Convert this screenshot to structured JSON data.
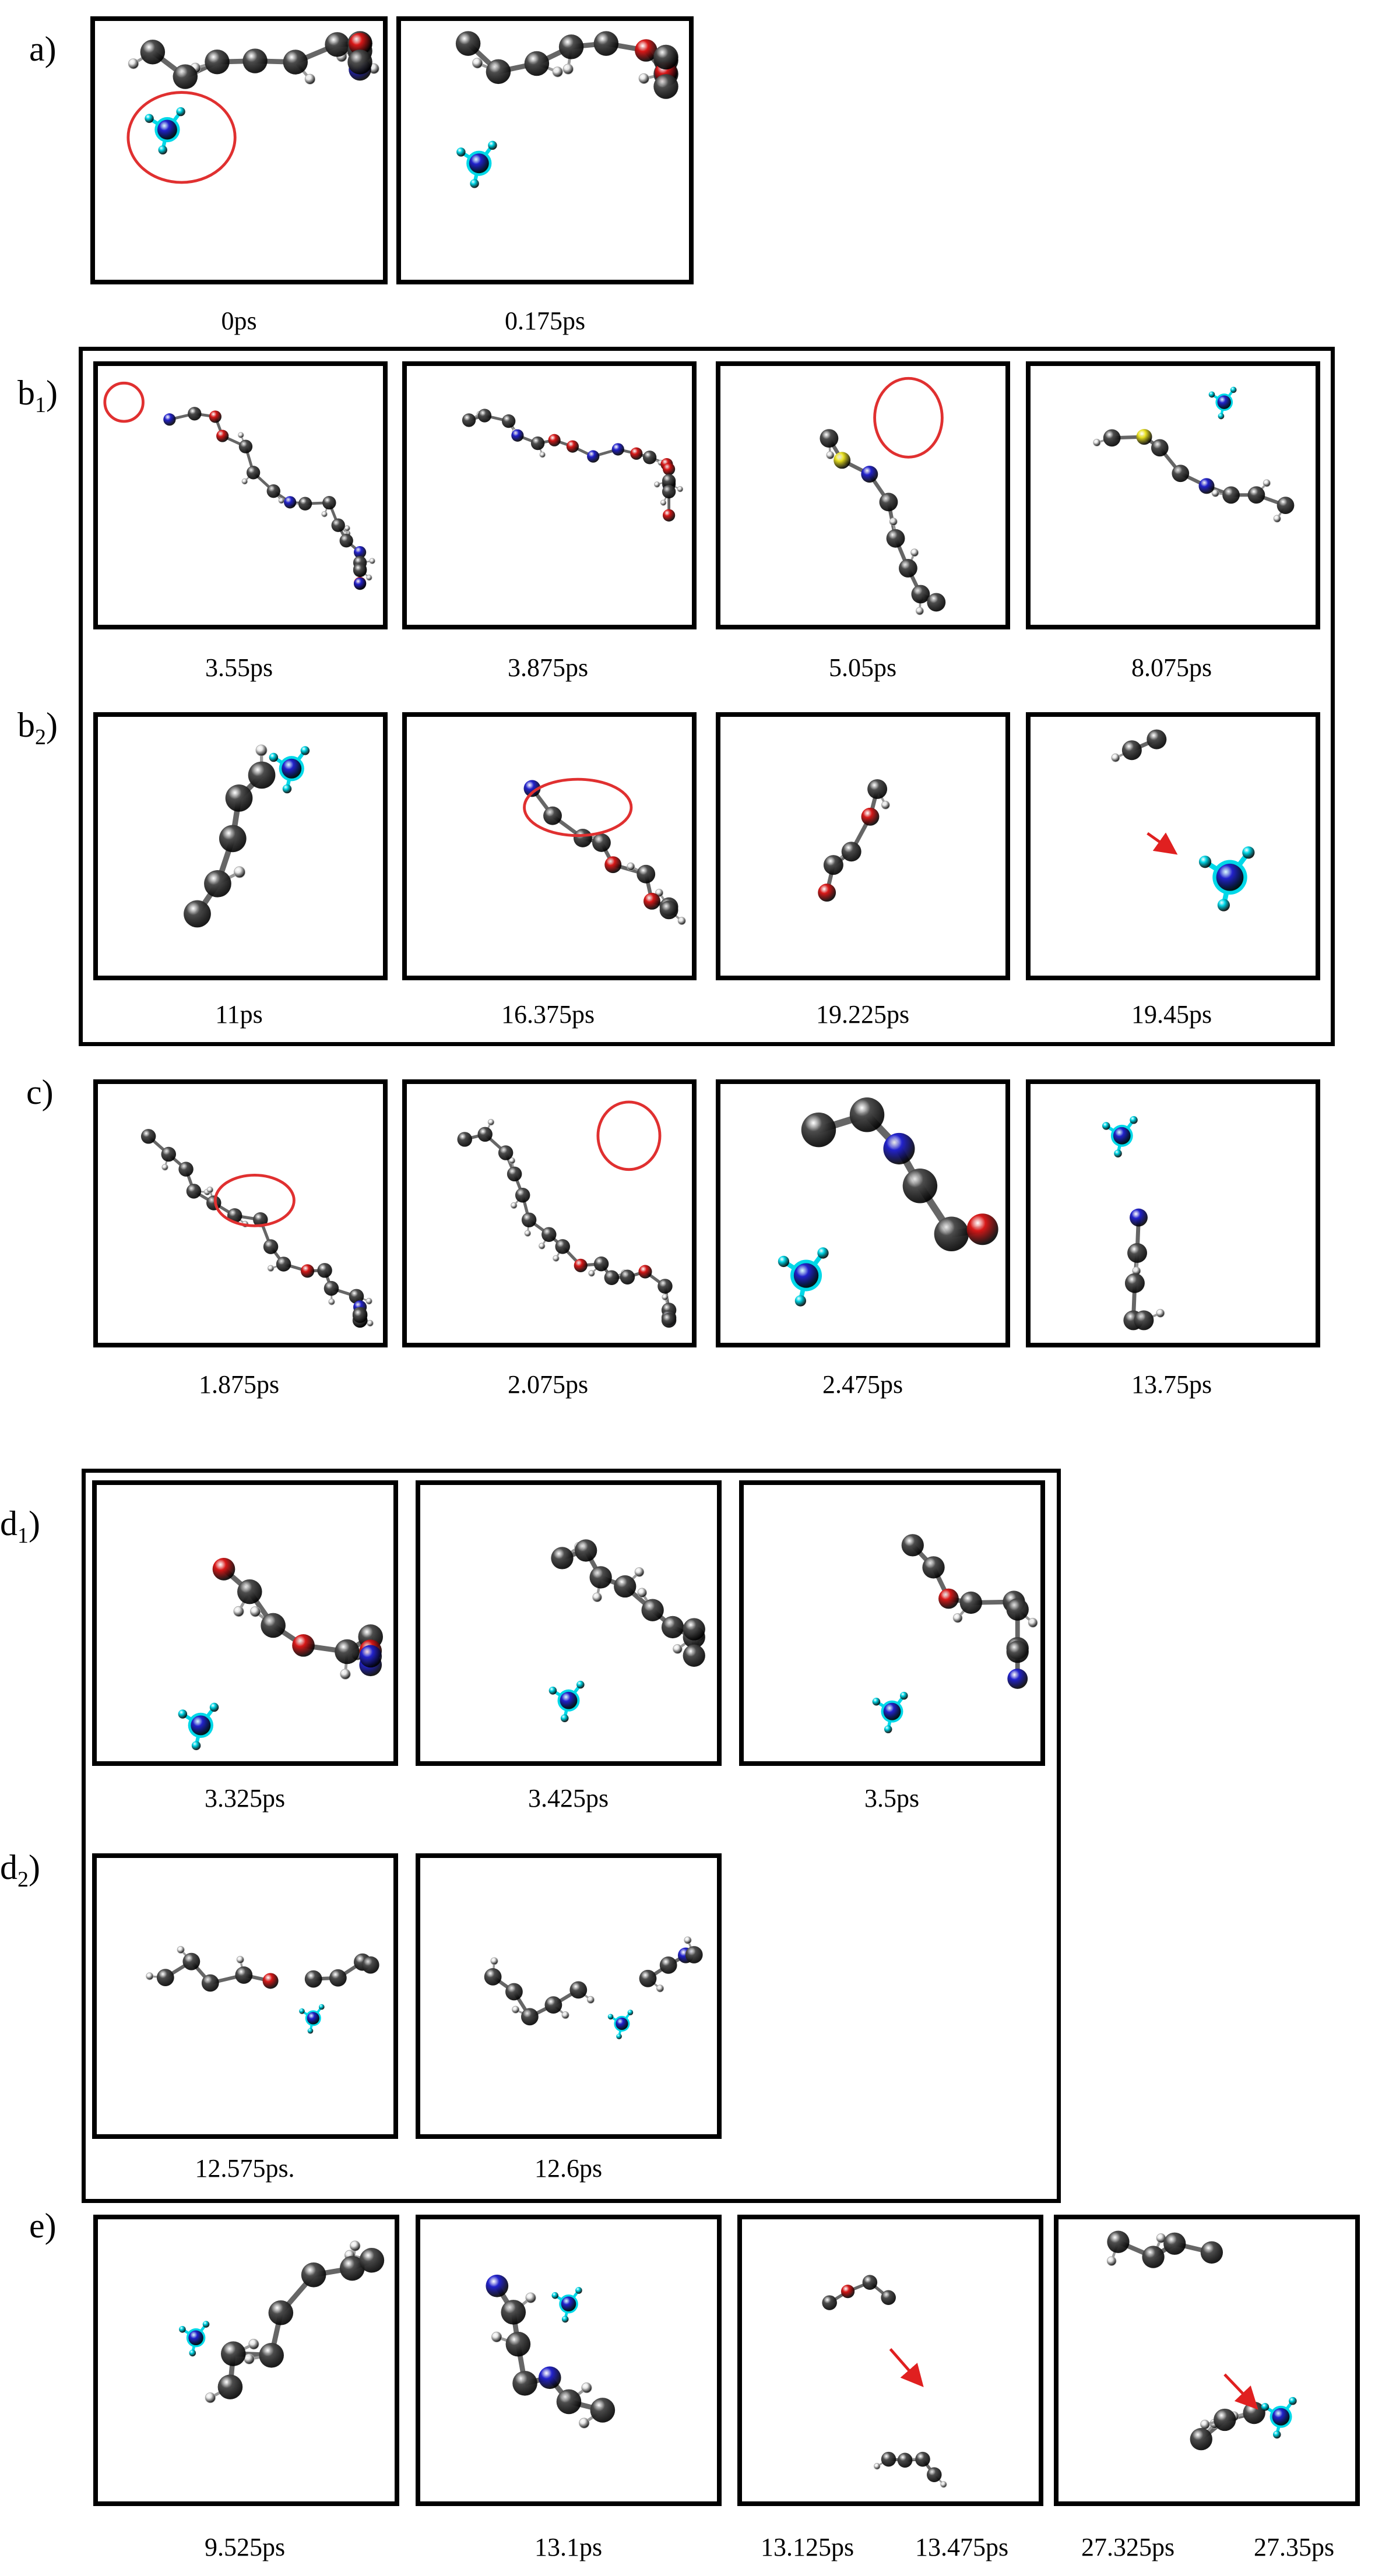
{
  "figure": {
    "row_labels": {
      "a": "a)",
      "b1": "b",
      "b1_sub": "1",
      "b_suffix": ")",
      "b2": "b",
      "b2_sub": "2",
      "c": "c)",
      "d1": "d",
      "d1_sub": "1",
      "d_suffix": ")",
      "d2": "d",
      "d2_sub": "2",
      "e": "e)"
    },
    "captions": {
      "a": [
        "0ps",
        "0.175ps"
      ],
      "b1": [
        "3.55ps",
        "3.875ps",
        "5.05ps",
        "8.075ps"
      ],
      "b2": [
        "11ps",
        "16.375ps",
        "19.225ps",
        "19.45ps"
      ],
      "c": [
        "1.875ps",
        "2.075ps",
        "2.475ps",
        "13.75ps"
      ],
      "d1": [
        "3.325ps",
        "3.425ps",
        "3.5ps"
      ],
      "d2": [
        "12.575ps.",
        "12.6ps"
      ],
      "e": [
        "9.525ps",
        "13.1ps",
        "13.125ps",
        "13.475ps",
        "27.325ps",
        "27.35ps"
      ]
    }
  },
  "colors": {
    "carbon": "#4d4d4d",
    "nitrogen": "#2222cc",
    "oxygen": "#d81818",
    "hydrogen": "#e8e8e8",
    "sulfur": "#e8e020",
    "highlight": "#00d8e8",
    "circle": "#e03030",
    "arrow": "#e02020"
  }
}
